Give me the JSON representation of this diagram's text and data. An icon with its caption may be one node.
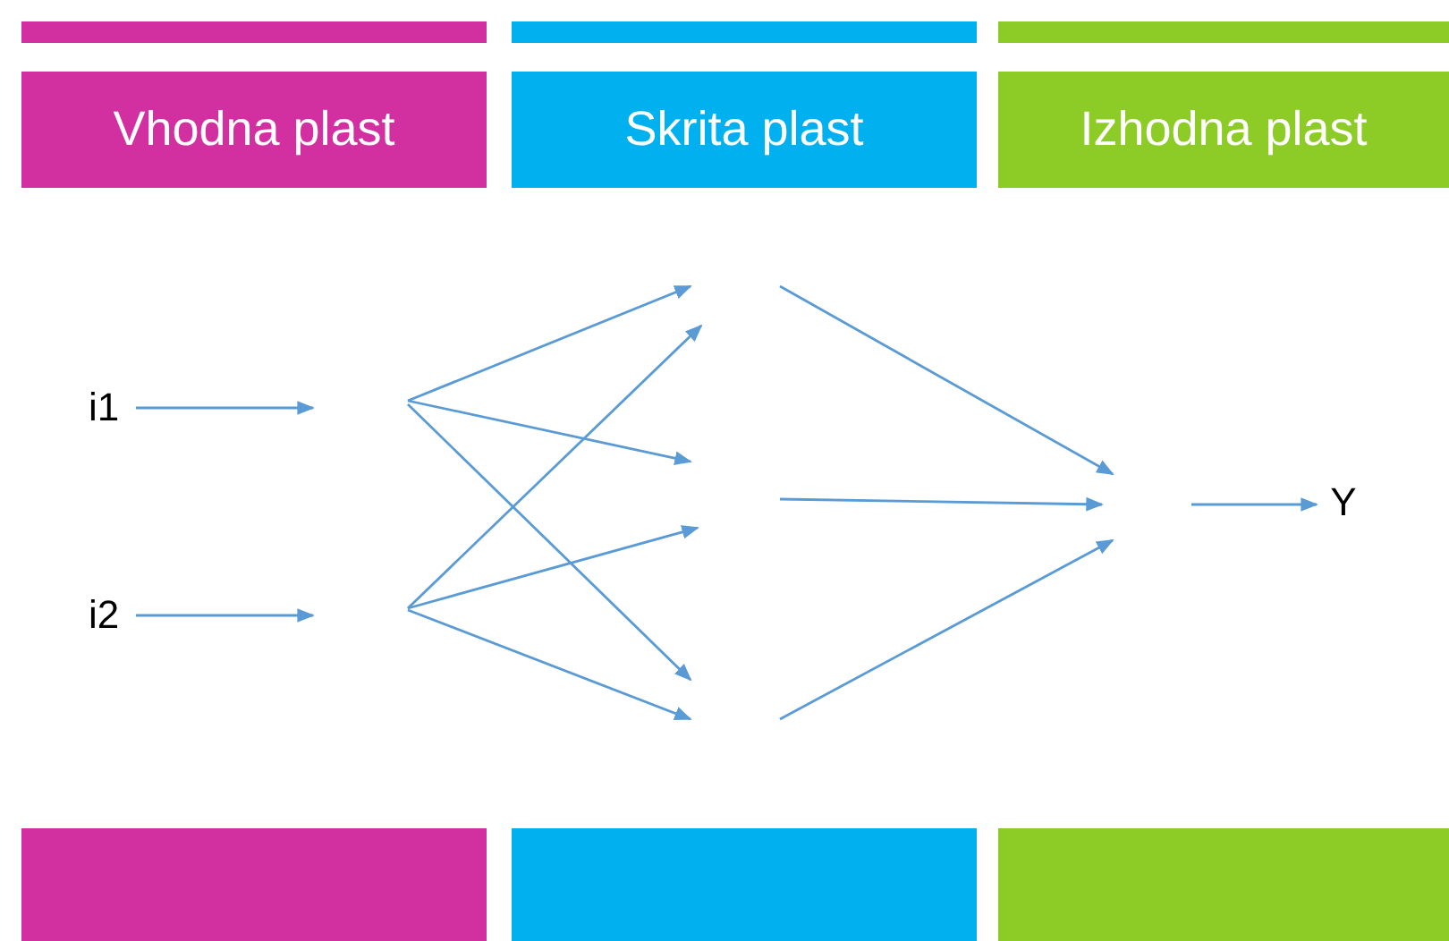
{
  "diagram": {
    "nodes": [
      {
        "text": [
          "Vhodna plast"
        ]
      },
      {
        "text": [
          "Skrita plast"
        ]
      },
      {
        "text": [
          "Izhodna plast"
        ]
      },
      {
        "text": [
          "i1"
        ]
      },
      {
        "text": [
          "i2"
        ]
      },
      {
        "text": [
          "Y"
        ]
      }
    ],
    "edges": [
      {
        "from": 3,
        "to": null,
        "arrow": "to"
      },
      {
        "from": 4,
        "to": null,
        "arrow": "to"
      },
      {
        "from": null,
        "to": 5,
        "arrow": "to"
      }
    ]
  }
}
